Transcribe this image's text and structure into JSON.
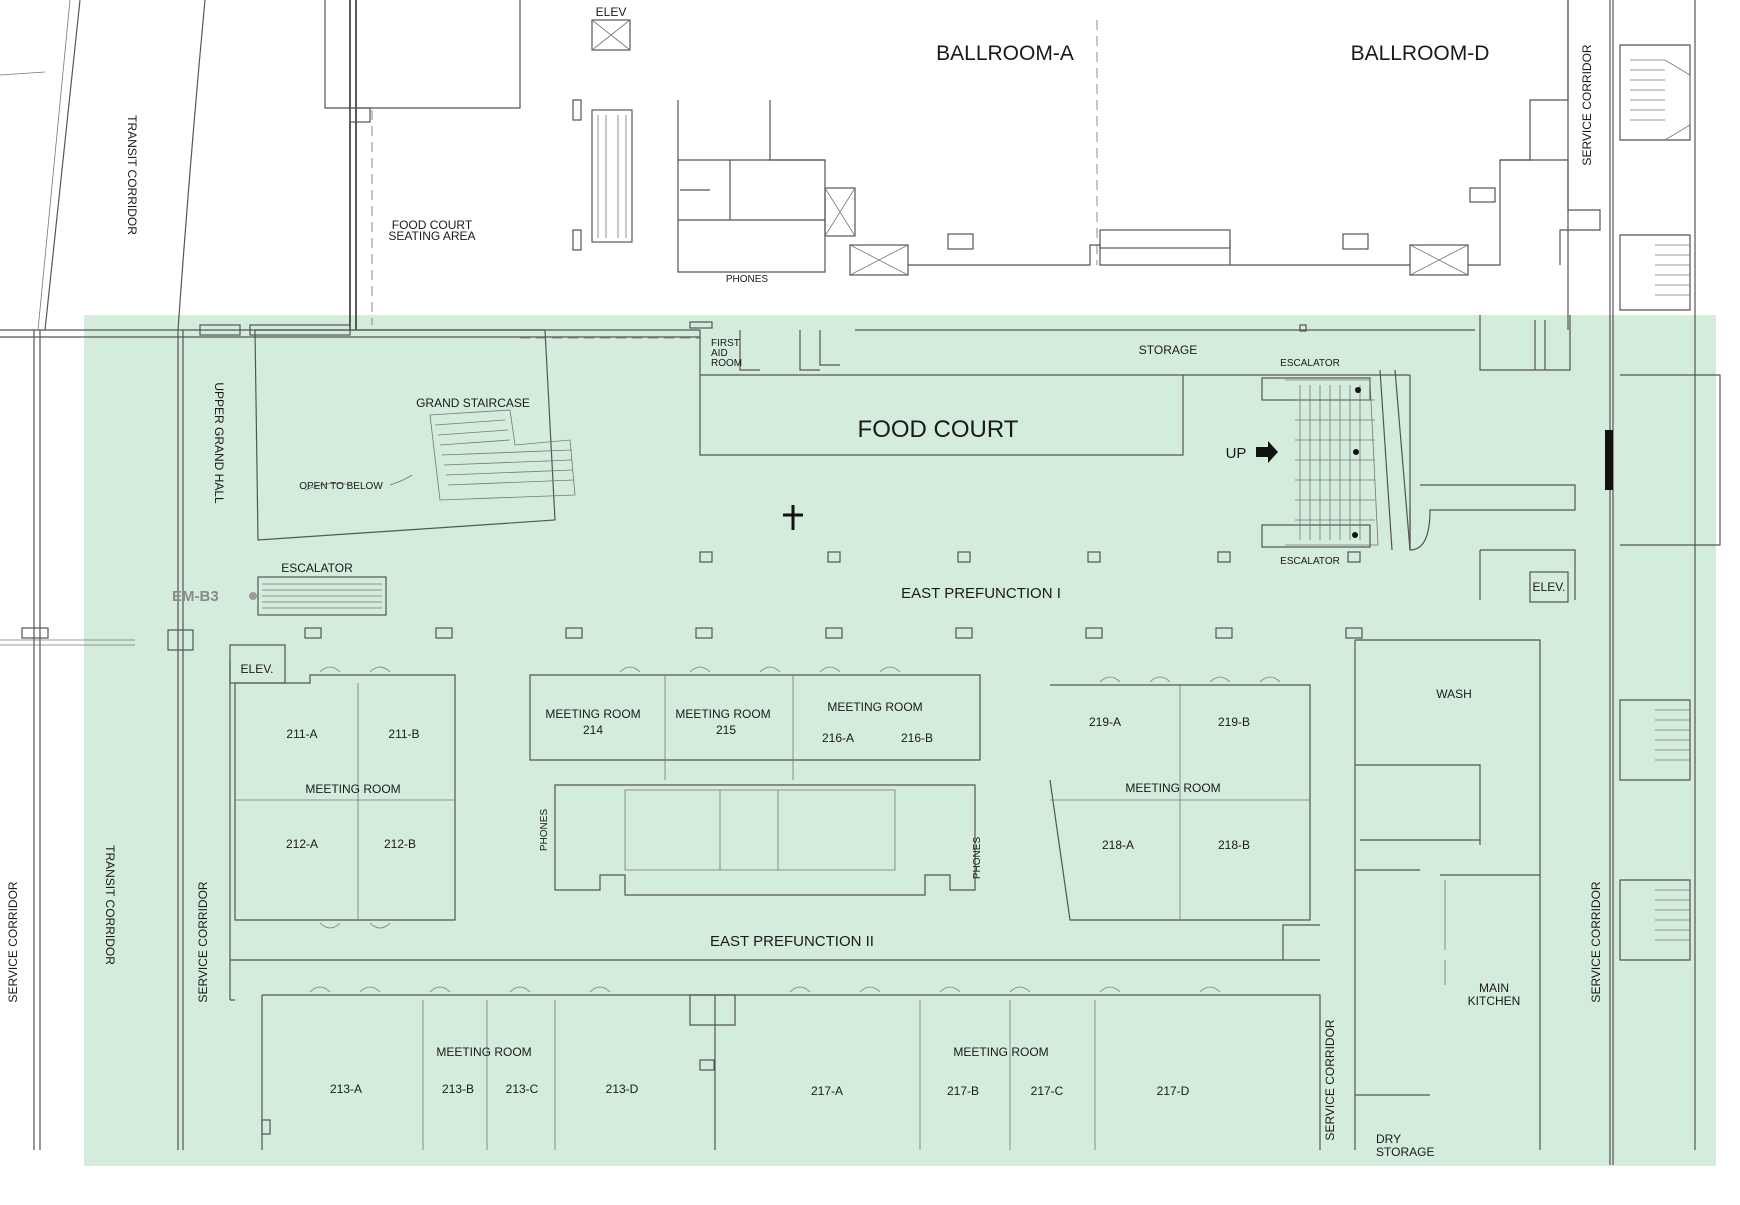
{
  "colors": {
    "highlight": "#d3ecdb",
    "wall": "#555555",
    "marker": "#9a9a9a"
  },
  "ballrooms": {
    "a": "BALLROOM-A",
    "d": "BALLROOM-D"
  },
  "labels": {
    "elev_top": "ELEV",
    "food_court_seating_1": "FOOD COURT",
    "food_court_seating_2": "SEATING AREA",
    "phones_top": "PHONES",
    "first_aid_1": "FIRST",
    "first_aid_2": "AID",
    "first_aid_3": "ROOM",
    "storage": "STORAGE",
    "escalator_top": "ESCALATOR",
    "escalator_bottom": "ESCALATOR",
    "escalator_left": "ESCALATOR",
    "food_court": "FOOD COURT",
    "up": "UP",
    "grand_staircase": "GRAND STAIRCASE",
    "open_to_below": "OPEN TO BELOW",
    "upper_grand_hall": "UPPER GRAND HALL",
    "transit_corridor_top": "TRANSIT CORRIDOR",
    "transit_corridor_bottom": "TRANSIT CORRIDOR",
    "service_corridor_far_left": "SERVICE CORRIDOR",
    "service_corridor_left": "SERVICE CORRIDOR",
    "service_corridor_mid": "SERVICE CORRIDOR",
    "service_corridor_right": "SERVICE CORRIDOR",
    "service_corridor_top_right": "SERVICE CORRIDOR",
    "em_b3": "EM-B3",
    "east_prefunction_1": "EAST PREFUNCTION I",
    "east_prefunction_2": "EAST PREFUNCTION II",
    "elev_left": "ELEV.",
    "elev_right": "ELEV.",
    "wash": "WASH",
    "main_kitchen_1": "MAIN",
    "main_kitchen_2": "KITCHEN",
    "dry_storage_1": "DRY",
    "dry_storage_2": "STORAGE",
    "phones_left": "PHONES",
    "phones_right": "PHONES"
  },
  "rooms": {
    "r211a": "211-A",
    "r211b": "211-B",
    "r212a": "212-A",
    "r212b": "212-B",
    "meeting_211": "MEETING ROOM",
    "meeting_214": "MEETING ROOM",
    "r214": "214",
    "meeting_215": "MEETING ROOM",
    "r215": "215",
    "meeting_216": "MEETING ROOM",
    "r216a": "216-A",
    "r216b": "216-B",
    "meeting_218": "MEETING ROOM",
    "r219a": "219-A",
    "r219b": "219-B",
    "r218a": "218-A",
    "r218b": "218-B",
    "meeting_213": "MEETING ROOM",
    "r213a": "213-A",
    "r213b": "213-B",
    "r213c": "213-C",
    "r213d": "213-D",
    "meeting_217": "MEETING ROOM",
    "r217a": "217-A",
    "r217b": "217-B",
    "r217c": "217-C",
    "r217d": "217-D"
  }
}
